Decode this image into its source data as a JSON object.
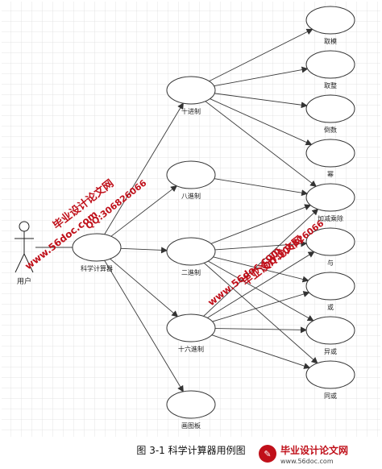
{
  "diagram": {
    "actor": "用户",
    "system": "科学计算器",
    "modes": [
      "十进制",
      "八進制",
      "二進制",
      "十六進制",
      "画图板"
    ],
    "operations": [
      "取模",
      "取整",
      "倒数",
      "幂",
      "加减乘除",
      "与",
      "或",
      "异或",
      "同或"
    ],
    "links": [
      [
        "十进制",
        "取模"
      ],
      [
        "十进制",
        "取整"
      ],
      [
        "十进制",
        "倒数"
      ],
      [
        "十进制",
        "幂"
      ],
      [
        "十进制",
        "加减乘除"
      ],
      [
        "八進制",
        "加减乘除"
      ],
      [
        "二進制",
        "加减乘除"
      ],
      [
        "二進制",
        "与"
      ],
      [
        "二進制",
        "或"
      ],
      [
        "二進制",
        "异或"
      ],
      [
        "二進制",
        "同或"
      ],
      [
        "十六進制",
        "加减乘除"
      ],
      [
        "十六進制",
        "与"
      ],
      [
        "十六進制",
        "或"
      ],
      [
        "十六進制",
        "异或"
      ],
      [
        "十六進制",
        "同或"
      ]
    ]
  },
  "caption": "图 3-1    科学计算器用例图",
  "watermarks": {
    "site": "毕业设计论文网",
    "url": "www.56doc.com",
    "qq": "QQ:306826066"
  },
  "logo": {
    "title": "毕业设计论文网",
    "url": "www.56doc.com"
  },
  "colors": {
    "line": "#3a3a3a",
    "grid": "#d9d9d9",
    "watermark": "#c0101a"
  }
}
